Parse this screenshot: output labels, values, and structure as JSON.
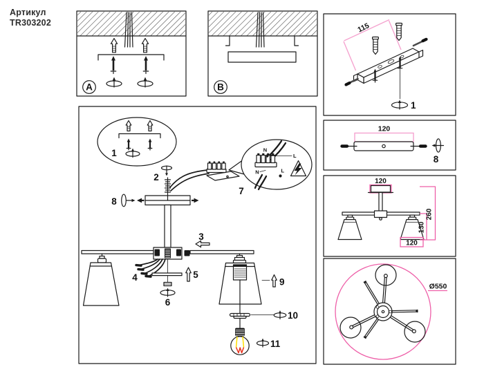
{
  "title": {
    "line1": "Артикул",
    "line2": "TR303202"
  },
  "methods": {
    "a_badge": "A",
    "b_badge": "B"
  },
  "assembly": {
    "steps": {
      "s1": "1",
      "s2": "2",
      "s3": "3",
      "s4": "4",
      "s5": "5",
      "s6": "6",
      "s7": "7",
      "s8": "8",
      "s9": "9",
      "s10": "10",
      "s11": "11"
    },
    "wiring": {
      "neutral": "N",
      "live": "L"
    }
  },
  "bracket_panel": {
    "dim": "115",
    "step": "1"
  },
  "canopy_panel": {
    "dim": "120",
    "step": "8"
  },
  "side_view_panel": {
    "canopy_width": "120",
    "total_height": "260",
    "shade_height": "130",
    "shade_width": "120"
  },
  "top_view_panel": {
    "diameter": "Ø550"
  },
  "colors": {
    "accent_pink": "#ee5fa8",
    "accent_pink_light": "#f5a3cf",
    "line_color": "#1a1a1a",
    "filament_yellow": "#ffdf00",
    "filament_red": "#e8321e"
  }
}
